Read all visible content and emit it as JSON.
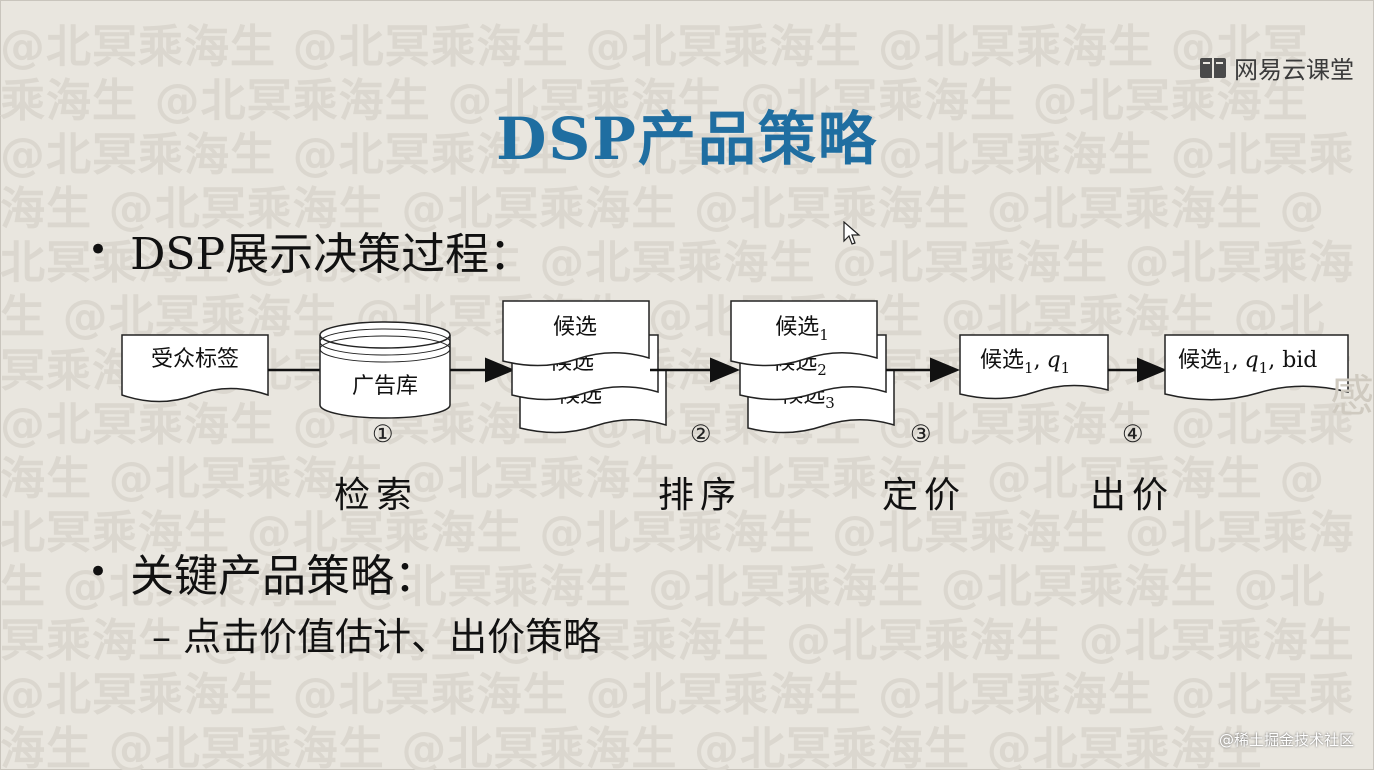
{
  "watermark": {
    "lines": [
      "@北冥乘海生 @北冥乘海生 @北冥乘海生 @北冥乘海生 @北冥",
      "乘海生 @北冥乘海生 @北冥乘海生 @北冥乘海生 @北冥乘海生",
      "@北冥乘海生 @北冥乘海生 @北冥乘海生 @北冥乘海生 @北冥乘",
      "海生 @北冥乘海生 @北冥乘海生 @北冥乘海生 @北冥乘海生 @",
      "北冥乘海生 @北冥乘海生 @北冥乘海生 @北冥乘海生 @北冥乘海",
      "生 @北冥乘海生 @北冥乘海生 @北冥乘海生 @北冥乘海生 @北",
      "冥乘海生 @北冥乘海生 @北冥乘海生 @北冥乘海生 @北冥乘海生",
      "@北冥乘海生 @北冥乘海生 @北冥乘海生 @北冥乘海生 @北冥乘",
      "海生 @北冥乘海生 @北冥乘海生 @北冥乘海生 @北冥乘海生 @",
      "北冥乘海生 @北冥乘海生 @北冥乘海生 @北冥乘海生 @北冥乘海",
      "生 @北冥乘海生 @北冥乘海生 @北冥乘海生 @北冥乘海生 @北",
      "冥乘海生 @北冥乘海生 @北冥乘海生 @北冥乘海生 @北冥乘海生",
      "@北冥乘海生 @北冥乘海生 @北冥乘海生 @北冥乘海生 @北冥乘",
      "海生 @北冥乘海生 @北冥乘海生 @北冥乘海生 @北冥乘海生"
    ]
  },
  "brand": {
    "label": "网易云课堂",
    "icon": "book-icon"
  },
  "title": "DSP产品策略",
  "bullet1": "DSP展示决策过程：",
  "bullet_marker": "•",
  "diagram": {
    "audience_tag": "受众标签",
    "ad_library": "广告库",
    "candidate": "候选",
    "ranked_sub": [
      "1",
      "2",
      "3"
    ],
    "priced_candidate": "候选",
    "priced_sub": "1",
    "priced_q": "q",
    "priced_q_sub": "1",
    "bid_candidate": "候选",
    "bid_sub": "1",
    "bid_q": "q",
    "bid_q_sub": "1",
    "bid_word": ", bid",
    "comma": ",",
    "steps": [
      {
        "num": "①",
        "label": "检索"
      },
      {
        "num": "②",
        "label": "排序"
      },
      {
        "num": "③",
        "label": "定价"
      },
      {
        "num": "④",
        "label": "出价"
      }
    ]
  },
  "bullet2": "关键产品策略：",
  "sub_item": "– 点击价值估计、出价策略",
  "edge_char": "感",
  "footer": "@稀土掘金技术社区",
  "colors": {
    "title": "#1f6ea1",
    "background": "#e9e6df",
    "watermark": "#dbd7cf"
  }
}
